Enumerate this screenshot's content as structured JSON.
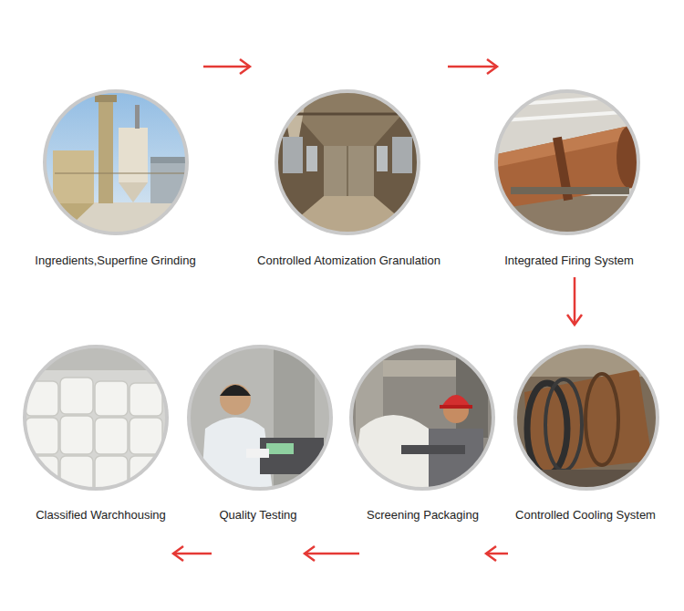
{
  "diagram": {
    "nodes": [
      {
        "text": [
          "Ingredients,Superfine Grinding"
        ]
      },
      {
        "text": [
          "Controlled Atomization Granulation"
        ]
      },
      {
        "text": [
          "Integrated Firing System"
        ]
      },
      {
        "text": [
          "Controlled Cooling System"
        ]
      },
      {
        "text": [
          "Screening Packaging"
        ]
      },
      {
        "text": [
          "Quality Testing"
        ]
      },
      {
        "text": [
          "Classified Warchhousing"
        ]
      }
    ],
    "edges": [
      {
        "from": 0,
        "to": 1,
        "arrow": "to"
      },
      {
        "from": 1,
        "to": 2,
        "arrow": "to"
      },
      {
        "from": 2,
        "to": 3,
        "arrow": "to"
      },
      {
        "from": 3,
        "to": 4,
        "arrow": "to"
      },
      {
        "from": 4,
        "to": 5,
        "arrow": "to"
      },
      {
        "from": 5,
        "to": 6,
        "arrow": "to"
      }
    ]
  }
}
